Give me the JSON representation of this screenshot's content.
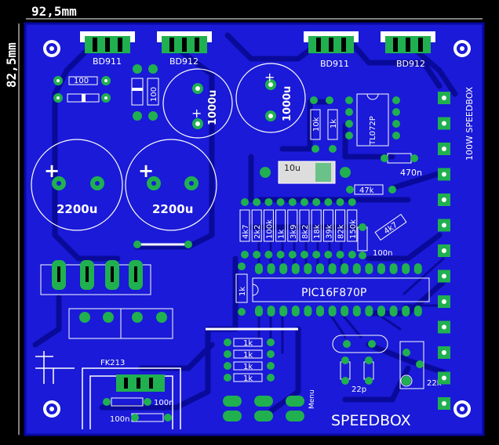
{
  "dimensions": {
    "width": "92,5mm",
    "height": "82,5mm"
  },
  "colors": {
    "background": "#000000",
    "board": "#1a1ad8",
    "trace": "#0a0a9a",
    "pad": "#20b050",
    "silkscreen": "#ffffff",
    "via_hole": "#1a1ad8"
  },
  "labels": {
    "bd911_left": "BD911",
    "bd912_left": "BD912",
    "bd911_right": "BD911",
    "bd912_right": "BD912",
    "r_100": "100",
    "cap_1000u_a": "1000u",
    "cap_1000u_b": "1000u",
    "cap_2200u_a": "2200u",
    "cap_2200u_b": "2200u",
    "r_10k": "10k",
    "r_1k_top": "1k",
    "opamp": "TL072P",
    "cap_10u": "10u",
    "cap_470n": "470n",
    "r_47k": "47k",
    "r_4k7_diag": "4k7",
    "r_row": [
      "4k7",
      "2k2",
      "100k",
      "1k",
      "3k9",
      "8k2",
      "18k",
      "39k",
      "82k",
      "150k"
    ],
    "cap_100n_mid": "100n",
    "r_1k_left": "1k",
    "mcu": "PIC16F870P",
    "r_1k_stack": [
      "1k",
      "1k",
      "1k",
      "1k"
    ],
    "fk213": "FK213",
    "cap_100n_bot": "100n",
    "cap_100n_bot2": "100n",
    "cap_22p": "22p",
    "trim_22k": "22k",
    "menu": "Menu",
    "speedbox": "SPEEDBOX",
    "right_vert": "100W SPEEDBOX",
    "plus": "+"
  }
}
